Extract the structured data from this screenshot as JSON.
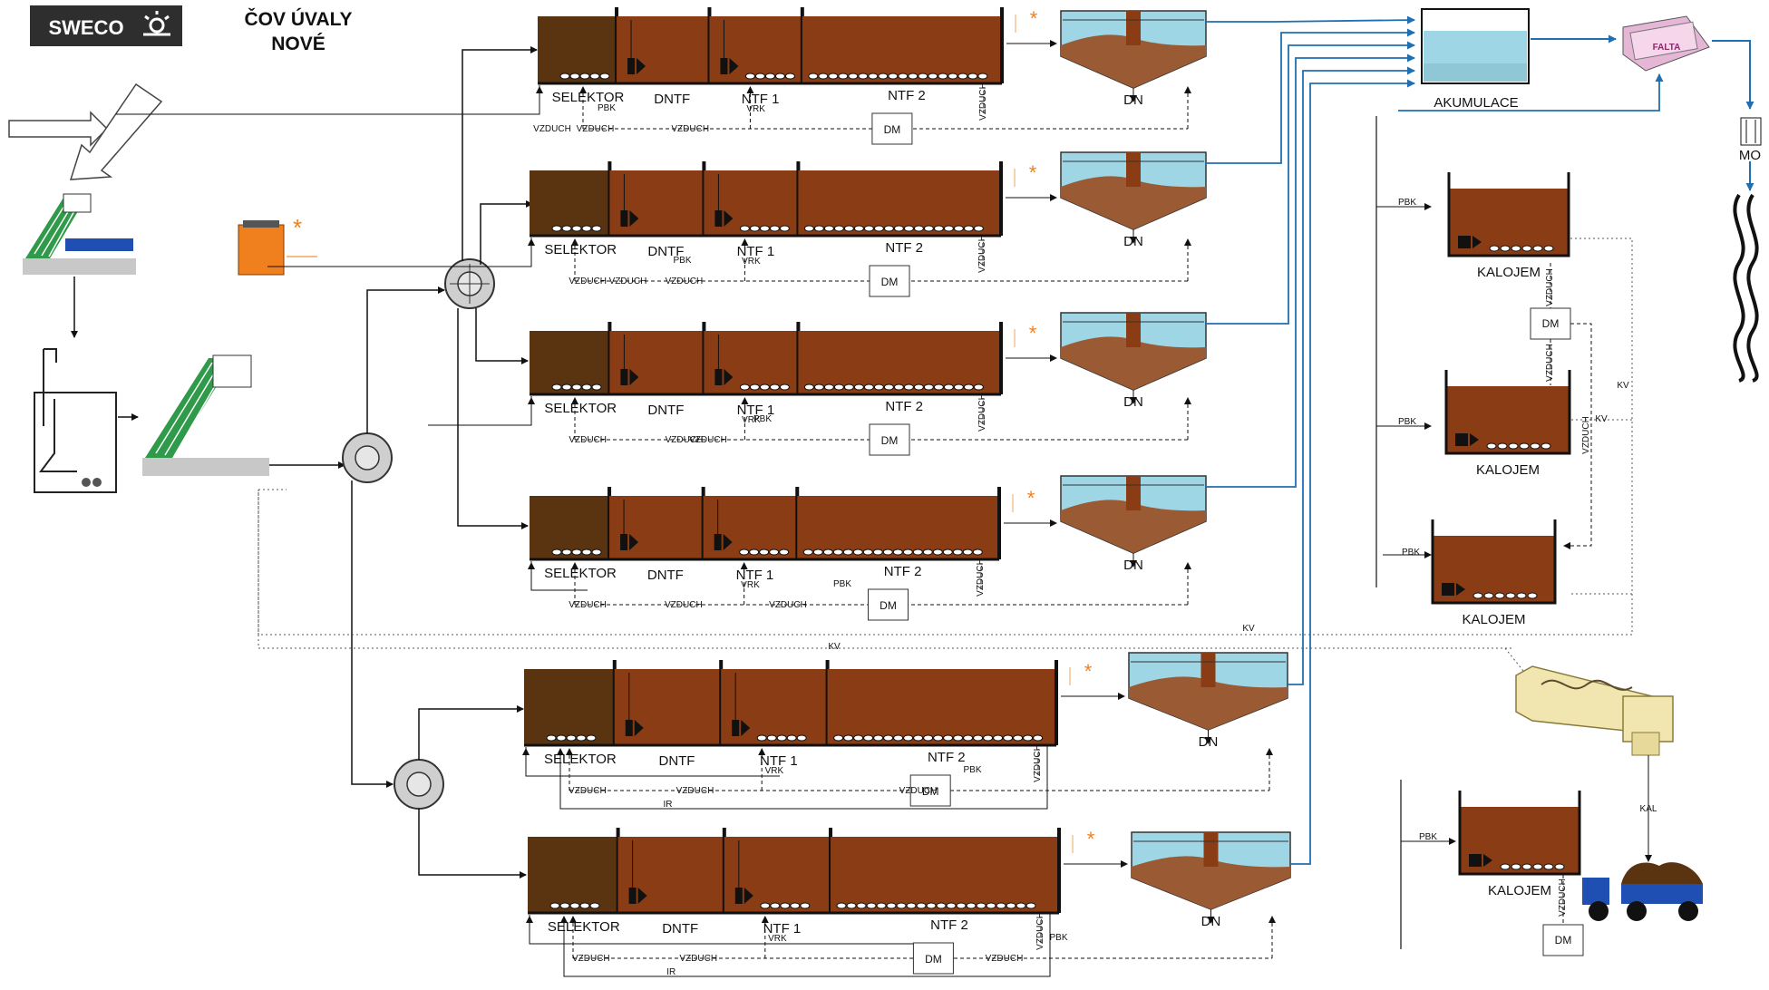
{
  "header": {
    "logo_text": "SWECO",
    "title_line1": "ČOV ÚVALY",
    "title_line2": "NOVÉ"
  },
  "labels": {
    "selektor": "SELEKTOR",
    "dntf": "DNTF",
    "ntf1": "NTF 1",
    "ntf2": "NTF 2",
    "dn": "DN",
    "dm": "DM",
    "vrk": "VRK",
    "vzduch": "VZDUCH",
    "pbk": "PBK",
    "ir": "IR",
    "kv": "KV",
    "kal": "KAL",
    "kalojem": "KALOJEM",
    "akumulace": "AKUMULACE",
    "mo": "MO",
    "asterisk": "*"
  },
  "colors": {
    "sludge": "#8a3c14",
    "selector_dark": "#5a3410",
    "water": "#9fd6e6",
    "treated_water": "#1f6fb3",
    "screen_green": "#2f9a4a",
    "chemical_orange": "#f07f1e",
    "dosing_arrow": "#f2a65a",
    "pump_grey": "#cfcfcf",
    "dewatering_yellow": "#f1e6b0",
    "truck_blue": "#1f4fb3"
  },
  "lines": [
    {
      "id": "line-1",
      "cols": {
        "selektor": "SELEKTOR",
        "dntf": "DNTF",
        "ntf1": "NTF 1",
        "ntf2": "NTF 2"
      }
    },
    {
      "id": "line-2",
      "cols": {
        "selektor": "SELEKTOR",
        "dntf": "DNTF",
        "ntf1": "NTF 1",
        "ntf2": "NTF 2"
      }
    },
    {
      "id": "line-3",
      "cols": {
        "selektor": "SELEKTOR",
        "dntf": "DNTF",
        "ntf1": "NTF 1",
        "ntf2": "NTF 2"
      }
    },
    {
      "id": "line-4",
      "cols": {
        "selektor": "SELEKTOR",
        "dntf": "DNTF",
        "ntf1": "NTF 1",
        "ntf2": "NTF 2"
      }
    },
    {
      "id": "line-5",
      "cols": {
        "selektor": "SELEKTOR",
        "dntf": "DNTF",
        "ntf1": "NTF 1",
        "ntf2": "NTF 2"
      }
    },
    {
      "id": "line-6",
      "cols": {
        "selektor": "SELEKTOR",
        "dntf": "DNTF",
        "ntf1": "NTF 1",
        "ntf2": "NTF 2"
      }
    }
  ]
}
